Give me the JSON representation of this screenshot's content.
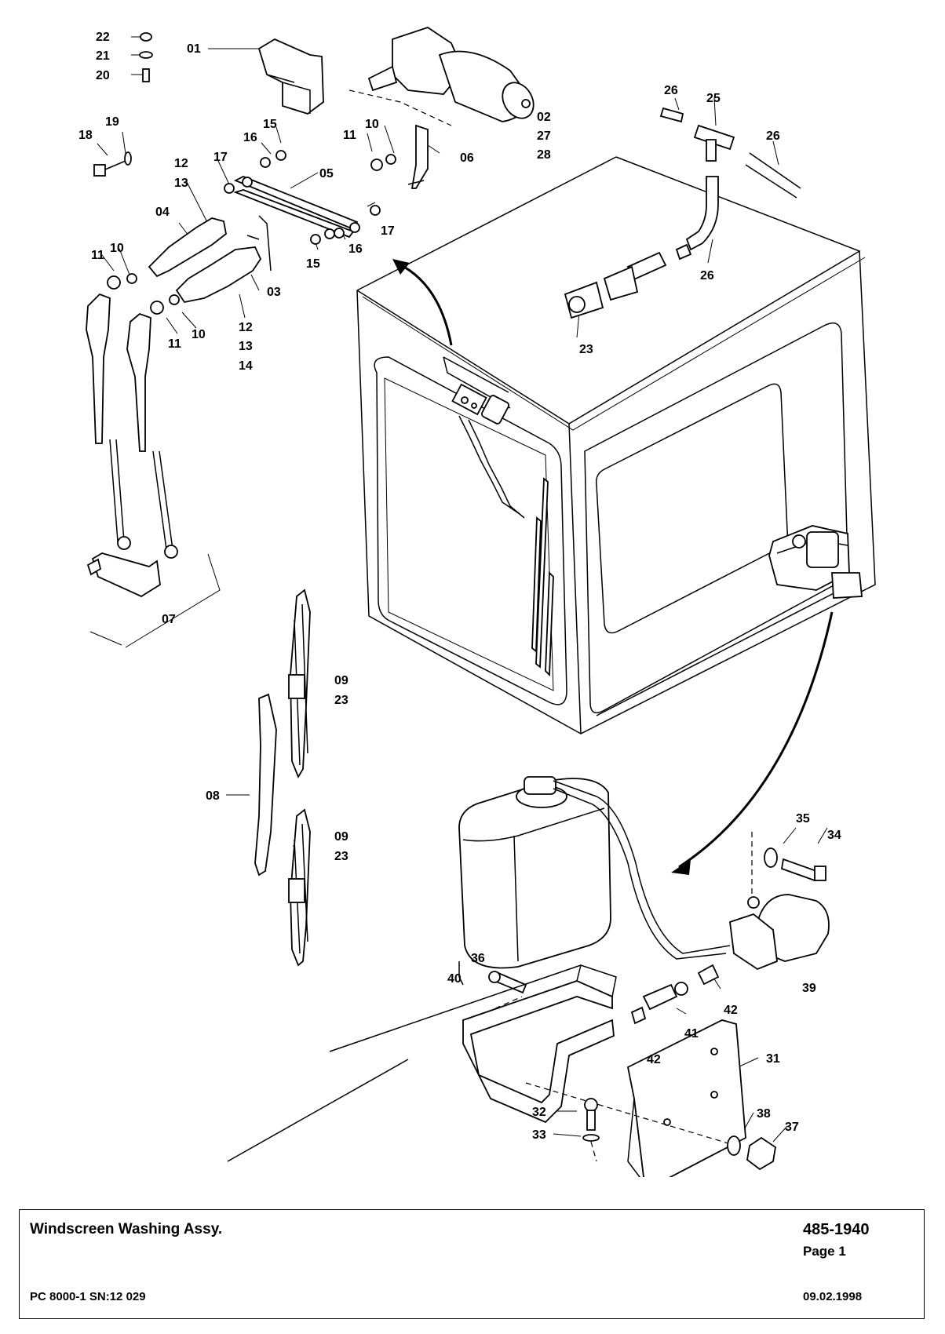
{
  "title_block": {
    "title": "Windscreen Washing Assy.",
    "doc_number": "485-1940",
    "page": "Page 1",
    "model": "PC 8000-1 SN:12 029",
    "date": "09.02.1998"
  },
  "callouts": {
    "c22": "22",
    "c21": "21",
    "c20": "20",
    "c01": "01",
    "c19": "19",
    "c18": "18",
    "c15a": "15",
    "c16a": "16",
    "c17a": "17",
    "c12a": "12",
    "c13a": "13",
    "c11a": "11",
    "c10a": "10",
    "c06": "06",
    "c05": "05",
    "c04": "04",
    "c11b": "11",
    "c10b": "10",
    "c17b": "17",
    "c16b": "16",
    "c15b": "15",
    "c03": "03",
    "c11c": "11",
    "c10c": "10",
    "c12b": "12",
    "c13b": "13",
    "c14": "14",
    "c02": "02",
    "c27": "27",
    "c28": "28",
    "c26a": "26",
    "c25": "25",
    "c26b": "26",
    "c26c": "26",
    "c23a": "23",
    "c07": "07",
    "c09a": "09",
    "c23b": "23",
    "c08": "08",
    "c09b": "09",
    "c23c": "23",
    "c35": "35",
    "c34": "34",
    "c36": "36",
    "c40": "40",
    "c39": "39",
    "c42a": "42",
    "c41": "41",
    "c42b": "42",
    "c31": "31",
    "c32": "32",
    "c33": "33",
    "c38": "38",
    "c37": "37"
  }
}
